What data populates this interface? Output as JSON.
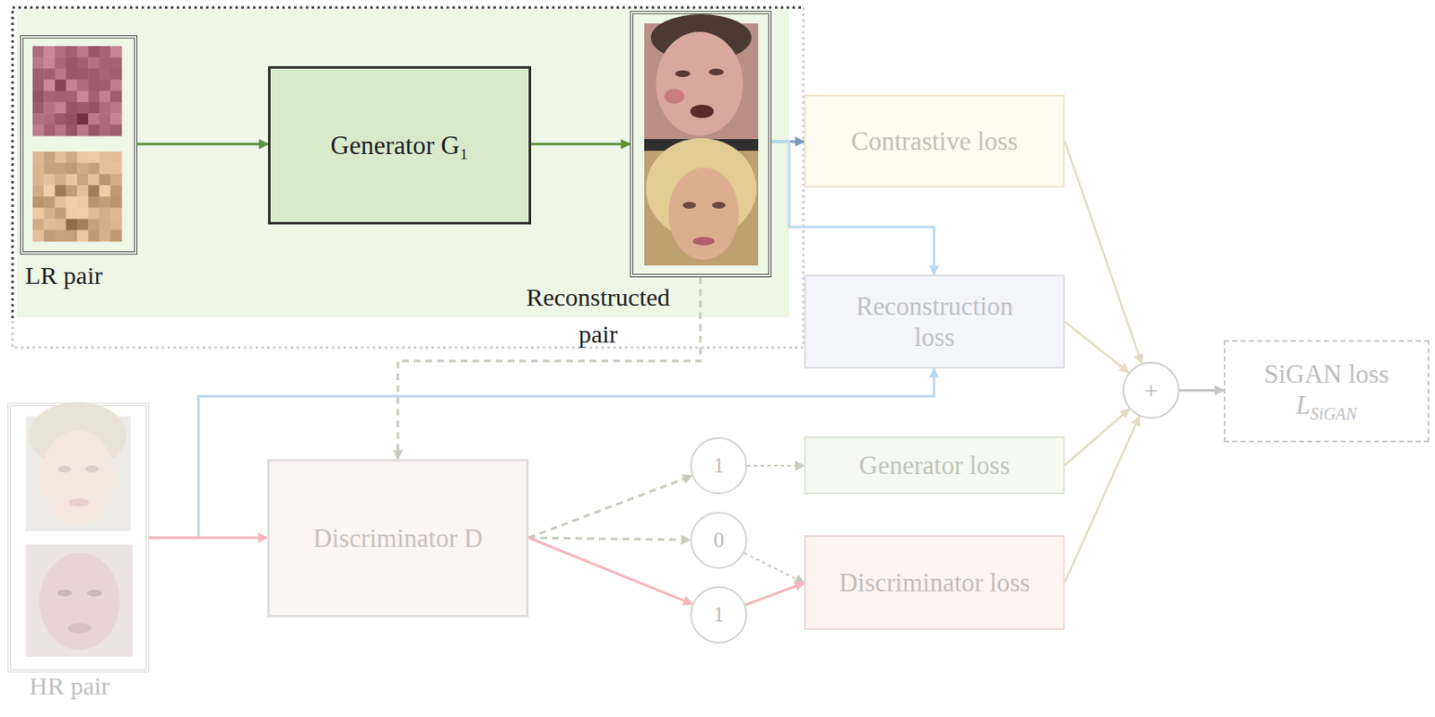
{
  "diagram": {
    "nodes": [
      {
        "text": [
          "LR pair"
        ]
      },
      {
        "text": [
          "Generator G₁"
        ]
      },
      {
        "text": [
          "Reconstructed pair"
        ]
      },
      {
        "text": [
          "Contrastive loss"
        ]
      },
      {
        "text": [
          "Reconstruction loss"
        ]
      },
      {
        "text": [
          "+"
        ]
      },
      {
        "text": [
          "SiGAN loss",
          "L",
          "SiGAN"
        ]
      },
      {
        "text": [
          "HR pair"
        ]
      },
      {
        "text": [
          "Discriminator D"
        ]
      },
      {
        "text": [
          "1"
        ]
      },
      {
        "text": [
          "Generator loss"
        ]
      },
      {
        "text": [
          "0"
        ]
      },
      {
        "text": [
          "1"
        ]
      },
      {
        "text": [
          "Discriminator loss"
        ]
      }
    ],
    "edges": [
      {
        "from": 0,
        "to": 1,
        "arrow": "to"
      },
      {
        "from": 1,
        "to": 2,
        "arrow": "to"
      },
      {
        "from": 2,
        "to": 3,
        "arrow": "to"
      },
      {
        "from": 2,
        "to": 4,
        "arrow": "to"
      },
      {
        "from": 7,
        "to": 4,
        "arrow": "to"
      },
      {
        "from": 2,
        "to": 8,
        "arrow": "to"
      },
      {
        "from": 7,
        "to": 8,
        "arrow": "to"
      },
      {
        "from": 8,
        "to": 9,
        "arrow": "to"
      },
      {
        "from": 8,
        "to": 11,
        "arrow": "to"
      },
      {
        "from": 8,
        "to": 12,
        "arrow": "to"
      },
      {
        "from": 9,
        "to": 10,
        "arrow": "to"
      },
      {
        "from": 11,
        "to": 13,
        "arrow": "to"
      },
      {
        "from": 12,
        "to": 13,
        "arrow": "to"
      },
      {
        "from": 3,
        "to": 5,
        "arrow": "to"
      },
      {
        "from": 4,
        "to": 5,
        "arrow": "to"
      },
      {
        "from": 10,
        "to": 5,
        "arrow": "to"
      },
      {
        "from": 13,
        "to": 5,
        "arrow": "to"
      },
      {
        "from": 5,
        "to": 6,
        "arrow": "to"
      }
    ]
  }
}
